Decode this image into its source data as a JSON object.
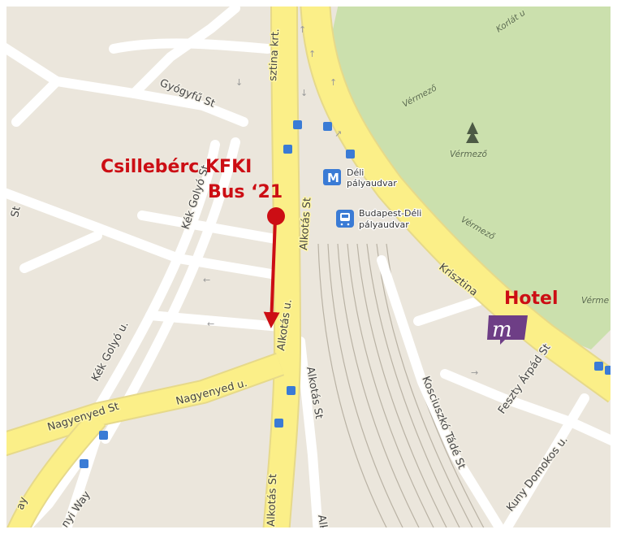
{
  "map": {
    "streets": {
      "krisztina_top": "sztina krt.",
      "gyogyfu": "Gyógyfű St",
      "kek_golyo_upper": "Kék Golyó St",
      "kek_golyo_lower": "Kék Golyó u.",
      "alkotas_upper": "Alkotás St",
      "alkotas_u": "Alkotás u.",
      "alkotas_middle": "Alkotás St",
      "alkotas_lower": "Alkotás St",
      "alkotas_cut": "Alk",
      "nagyenyed_west": "Nagyenyed St",
      "nagyenyed_u": "Nagyenyed u.",
      "way_left": "ay",
      "way_nyi": "nyi Way",
      "krisztina_lower": "Krisztina",
      "vermezo_street": "Vérmező",
      "vermezo_road_right": "Vérmező",
      "vermezo_edge": "Vérme",
      "korlat": "Korlát u",
      "koszciuszko": "Kosciuszkó Tádé St",
      "feszty": "Feszty Árpád St",
      "kuny": "Kuny Domokos u.",
      "edge_left": "St"
    },
    "park_name": "Vérmező",
    "poi": {
      "metro_letter": "M",
      "metro_line1": "Déli",
      "metro_line2": "pályaudvar",
      "rail_line1": "Budapest-Déli",
      "rail_line2": "pályaudvar"
    },
    "annotations": {
      "bus_stop_line1": "Csillebérc KFKI",
      "bus_stop_line2": "Bus ‘21",
      "hotel": "Hotel",
      "hotel_logo_letter": "m"
    },
    "colors": {
      "background": "#ebe6dc",
      "park": "#cbe0ad",
      "major_road": "#fbef88",
      "minor_road": "#ffffff",
      "annotation_red": "#cc0e14",
      "hotel_logo": "#6e3e86",
      "transit_blue": "#3a7bd5"
    }
  }
}
